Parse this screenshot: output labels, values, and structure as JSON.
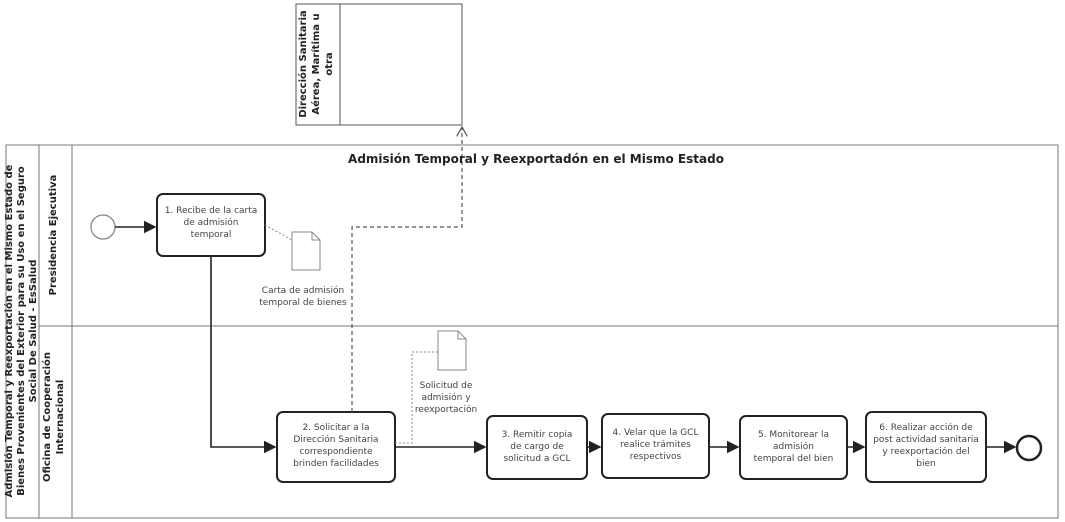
{
  "external_pool": {
    "label_lines": [
      "Dirección Sanitaria",
      "Aérea, Marítima u",
      "otra"
    ]
  },
  "pool": {
    "title": "Admisión Temporal y Reexportadón en el Mismo Estado",
    "pool_label_lines": [
      "Admisión Temporal y Reexportación en el Mismo Estado de",
      "Bienes Provenientes del Exterior para su Uso en el Seguro",
      "Social De Salud - EsSalud"
    ]
  },
  "lanes": [
    {
      "label_lines": [
        "Presidencia Ejecutiva"
      ]
    },
    {
      "label_lines": [
        "Oficina de Cooperación",
        "Internacional"
      ]
    }
  ],
  "tasks": [
    {
      "lines": [
        "1. Recibe de la carta",
        "de admisión",
        "temporal"
      ]
    },
    {
      "lines": [
        "2. Solicitar a la",
        "Dirección Sanitaria",
        "correspondiente",
        "brinden facilidades"
      ]
    },
    {
      "lines": [
        "3. Remitir copia",
        "de cargo de",
        "solicitud a GCL"
      ]
    },
    {
      "lines": [
        "4. Velar que la GCL",
        "realice trámites",
        "respectivos"
      ]
    },
    {
      "lines": [
        "5. Monitorear la",
        "admisión",
        "temporal del bien"
      ]
    },
    {
      "lines": [
        "6. Realizar acción de",
        "post actividad sanitaria",
        "y reexportación del",
        "bien"
      ]
    }
  ],
  "documents": [
    {
      "caption_lines": [
        "Carta de admisión",
        "temporal de bienes"
      ]
    },
    {
      "caption_lines": [
        "Solicitud de",
        "admisión y",
        "reexportación"
      ]
    }
  ]
}
